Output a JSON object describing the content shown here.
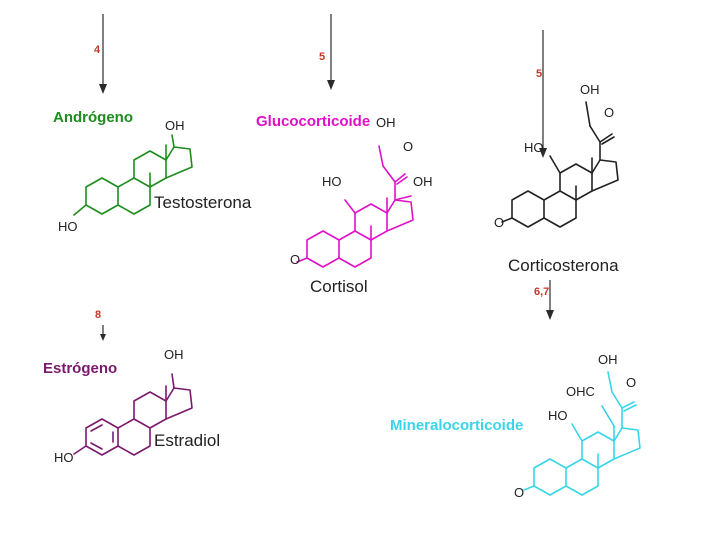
{
  "colors": {
    "androgen": "#1e8c1e",
    "glucocorticoid": "#e010c8",
    "estrogen": "#7a1a6e",
    "mineralocorticoid": "#38d6e8",
    "corticosterone": "#222222",
    "step_number": "#c0392b",
    "text": "#222222"
  },
  "steps": {
    "androgen": "4",
    "glucocorticoid": "5",
    "corticosterone": "5",
    "mineralocorticoid": "6,7",
    "estrogen": "8"
  },
  "classes": {
    "androgen": "Andrógeno",
    "glucocorticoid": "Glucocorticoide",
    "estrogen": "Estrógeno",
    "mineralocorticoid": "Mineralocorticoide"
  },
  "compounds": {
    "testosterone": "Testosterona",
    "cortisol": "Cortisol",
    "corticosterone": "Corticosterona",
    "estradiol": "Estradiol"
  },
  "groups": {
    "oh": "OH",
    "ho": "HO",
    "o": "O",
    "ohc": "OHC"
  }
}
